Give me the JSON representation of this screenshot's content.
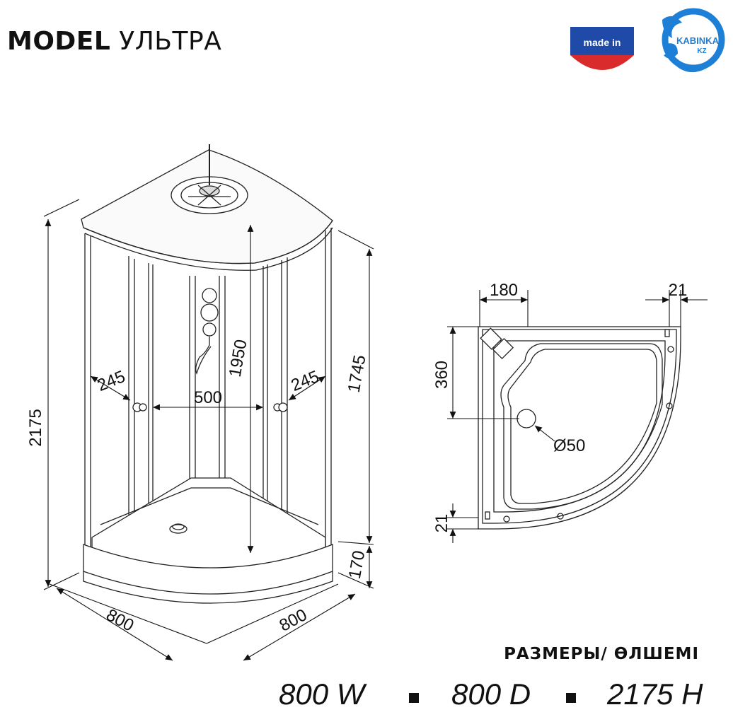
{
  "header": {
    "model_label": "MODEL",
    "model_name": "УЛЬТРА"
  },
  "badges": {
    "made_in_text": "made in",
    "flag_colors": [
      "#ffffff",
      "#1f4aa8",
      "#d92b2b"
    ],
    "logo_line1": "KABINKA",
    "logo_line2": "KZ",
    "logo_color": "#1e7fd6"
  },
  "perspective_dims": {
    "total_height": "2175",
    "glass_height": "1950",
    "door_height": "1745",
    "tray_height": "170",
    "left_panel": "245",
    "door_opening": "500",
    "right_panel": "245",
    "width": "800",
    "depth": "800"
  },
  "plan_dims": {
    "mixer_offset_x": "180",
    "frame_offset_right": "21",
    "drain_offset_y": "360",
    "drain_diameter": "Ø50",
    "frame_offset_bottom": "21"
  },
  "footer": {
    "sizes_label": "РАЗМЕРЫ/ ӨЛШЕМІ",
    "width_spec": "800 W",
    "depth_spec": "800 D",
    "height_spec": "2175 H"
  }
}
